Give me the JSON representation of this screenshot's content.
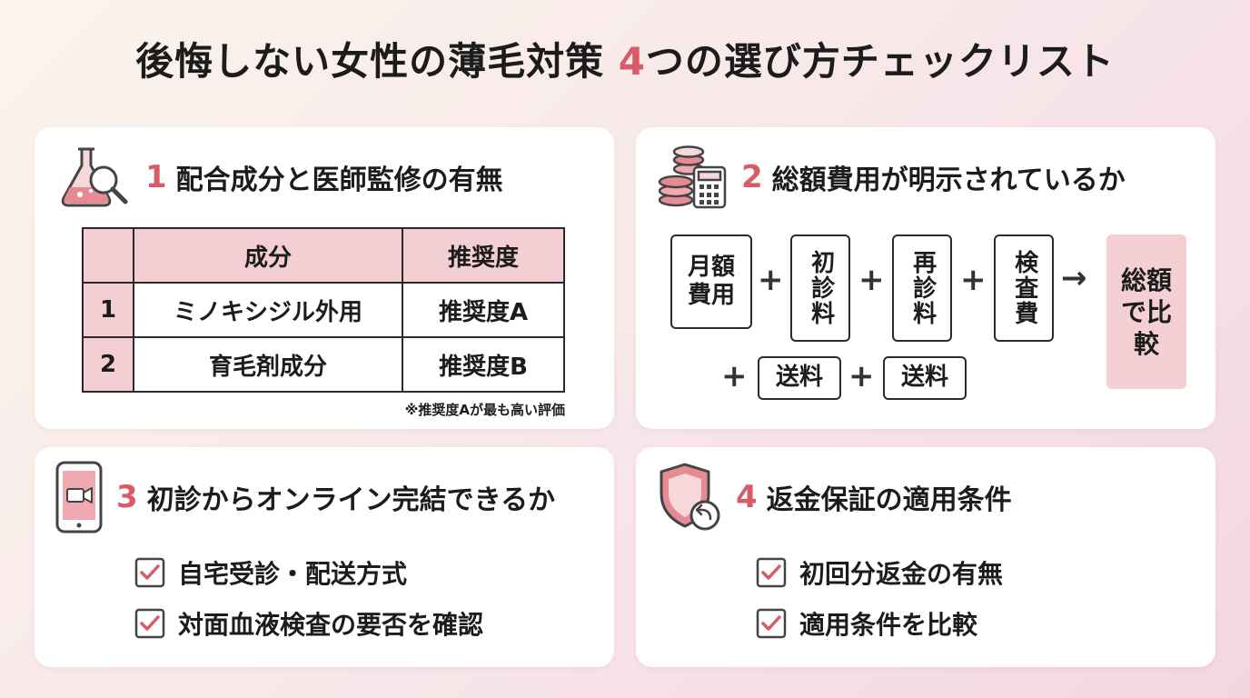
{
  "title": {
    "main": "後悔しない女性の薄毛対策 ",
    "number": "4",
    "rest": "つの選び方チェックリスト"
  },
  "colors": {
    "accent": "#d85c68",
    "pink_fill": "#f3cfd3"
  },
  "card1": {
    "number": "1",
    "heading": "配合成分と医師監修の有無",
    "icon": "flask-magnifier-icon",
    "table": {
      "headers": [
        "",
        "成分",
        "推奨度"
      ],
      "rows": [
        {
          "idx": "1",
          "ingredient": "ミノキシジル外用",
          "rating": "推奨度A"
        },
        {
          "idx": "2",
          "ingredient": "育毛剤成分",
          "rating": "推奨度B"
        }
      ]
    },
    "note": "※推奨度Aが最も高い評価"
  },
  "card2": {
    "number": "2",
    "heading": "総額費用が明示されているか",
    "icon": "coins-calculator-icon",
    "items": [
      "月額費用",
      "初診料",
      "再診料",
      "検査費"
    ],
    "plus": "+",
    "arrow": "→",
    "total": "総額で比較",
    "shipping": [
      "送料",
      "送料"
    ]
  },
  "card3": {
    "number": "3",
    "heading": "初診からオンライン完結できるか",
    "icon": "smartphone-video-icon",
    "checks": [
      "自宅受診・配送方式",
      "対面血液検査の要否を確認"
    ]
  },
  "card4": {
    "number": "4",
    "heading": "返金保証の適用条件",
    "icon": "shield-return-icon",
    "checks": [
      "初回分返金の有無",
      "適用条件を比較"
    ]
  }
}
